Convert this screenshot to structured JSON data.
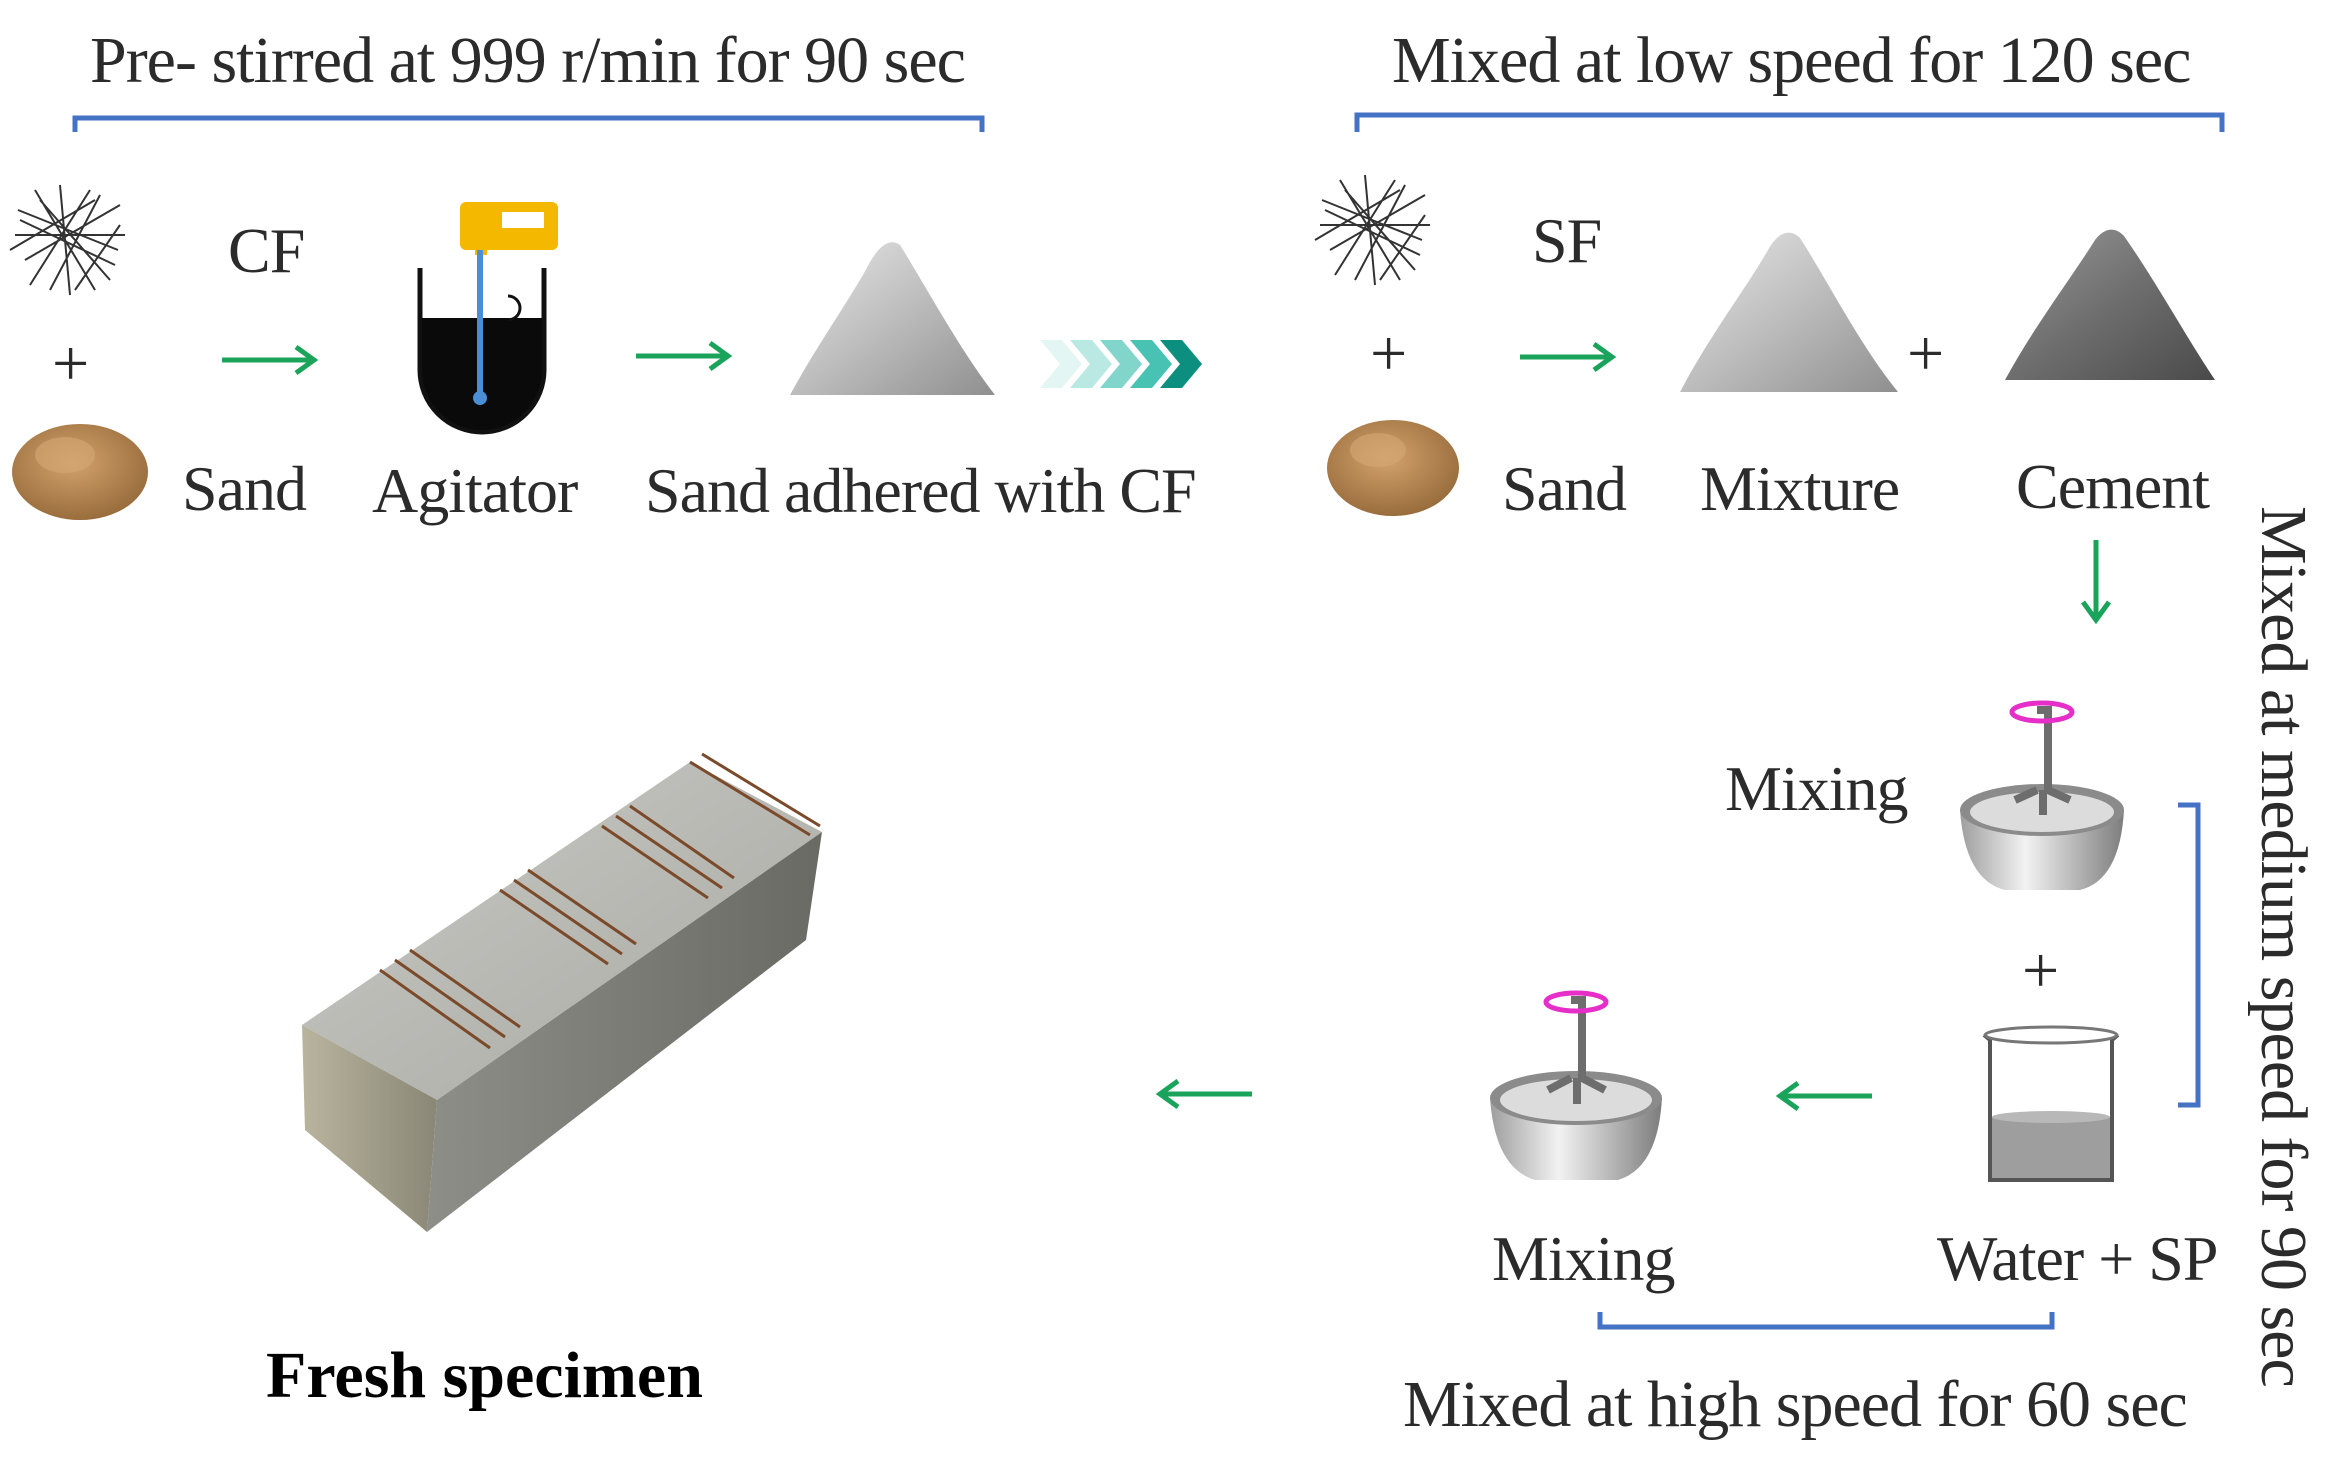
{
  "steps": {
    "pre_stir": "Pre- stirred  at  999 r/min for 90 sec",
    "low_speed": "Mixed at low speed for 120 sec",
    "medium_speed": "Mixed at medium speed for 90 sec",
    "high_speed": "Mixed at high speed for 60 sec"
  },
  "materials": {
    "cf": "CF",
    "sf": "SF",
    "sand_1": "Sand",
    "sand_2": "Sand",
    "agitator": "Agitator",
    "sand_adhered": "Sand adhered with CF",
    "mixture": "Mixture",
    "cement": "Cement",
    "mixing_1": "Mixing",
    "mixing_2": "Mixing",
    "water_sp": "Water + SP",
    "fresh_specimen": "Fresh specimen"
  },
  "operators": {
    "plus": "+"
  },
  "colors": {
    "bracket": "#4472c4",
    "arrow": "#1aa35a",
    "chevron": "#19b3a0",
    "agitator_motor": "#f5b800",
    "rotation": "#e62ec8",
    "sand": "#b98a55"
  },
  "icons": [
    "fiber-bundle-icon",
    "sand-pile-icon",
    "agitator-icon",
    "powder-pile-icon",
    "cement-pile-icon",
    "mixing-bowl-icon",
    "beaker-icon",
    "specimen-block-icon",
    "chevron-arrows-icon"
  ]
}
